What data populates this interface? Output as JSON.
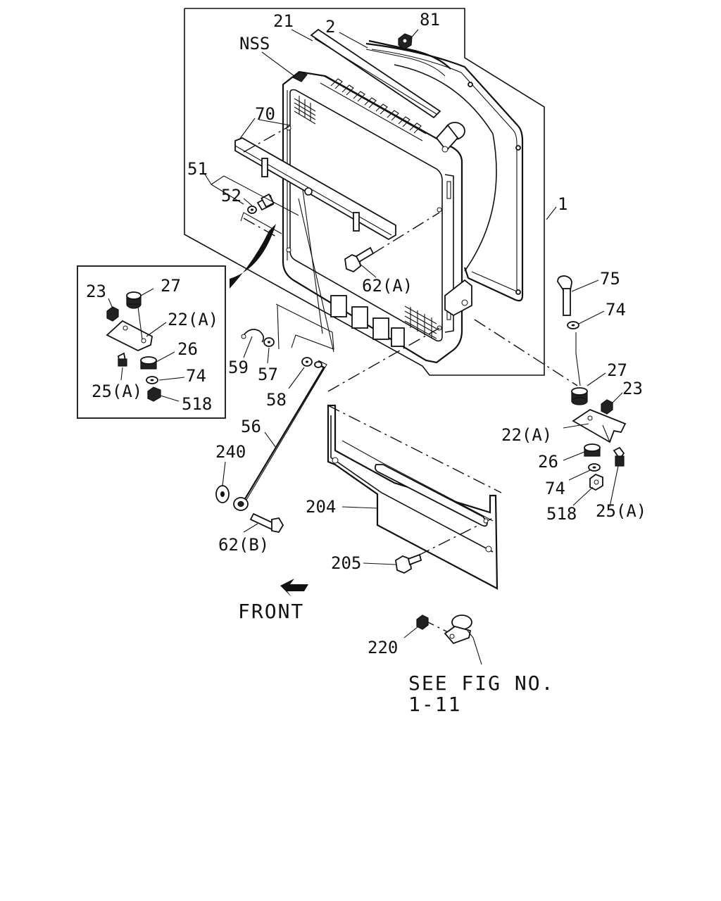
{
  "labels": {
    "l21": "21",
    "l2": "2",
    "l81": "81",
    "lNSS": "NSS",
    "l70": "70",
    "l51": "51",
    "l52": "52",
    "l1": "1",
    "l62a": "62(A)",
    "l75": "75",
    "l74r": "74",
    "l27r": "27",
    "l23r": "23",
    "l22ar": "22(A)",
    "l26r": "26",
    "l74r2": "74",
    "l518r": "518",
    "l25ar": "25(A)",
    "l23i": "23",
    "l27i": "27",
    "l22ai": "22(A)",
    "l26i": "26",
    "l74i": "74",
    "l25ai": "25(A)",
    "l518i": "518",
    "l59": "59",
    "l57": "57",
    "l58": "58",
    "l56": "56",
    "l240": "240",
    "l62b": "62(B)",
    "l204": "204",
    "l205": "205",
    "l220": "220"
  },
  "front": "FRONT",
  "see_fig_line1": "SEE FIG NO.",
  "see_fig_line2": "1-11"
}
